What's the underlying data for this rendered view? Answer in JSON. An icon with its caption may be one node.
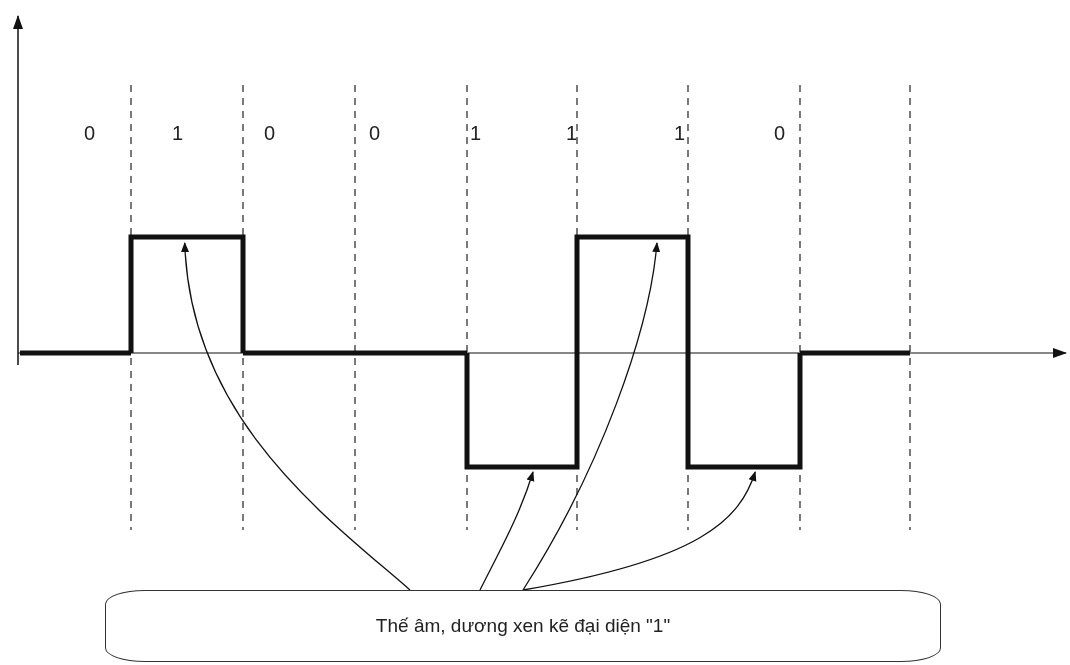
{
  "diagram": {
    "nodes": [
      {
        "text": [
          "Thế âm, dương xen kẽ đại diện \"1\""
        ]
      },
      {
        "text": [],
        "shape": "bar"
      },
      {
        "text": [],
        "shape": "bar"
      },
      {
        "text": [],
        "shape": "bar"
      },
      {
        "text": [],
        "shape": "bar"
      }
    ],
    "edges": [
      {
        "from": 0,
        "to": 1,
        "arrow": "to"
      },
      {
        "from": 0,
        "to": 2,
        "arrow": "to"
      },
      {
        "from": 0,
        "to": 3,
        "arrow": "to"
      },
      {
        "from": 0,
        "to": 4,
        "arrow": "to"
      }
    ],
    "labels": [
      "0",
      "1",
      "0",
      "0",
      "1",
      "1",
      "1",
      "0"
    ]
  }
}
